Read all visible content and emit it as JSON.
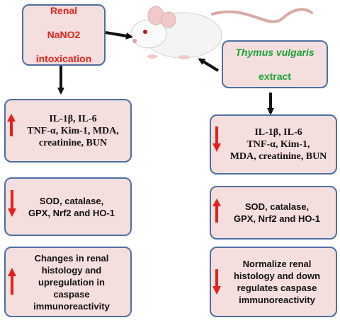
{
  "left": {
    "source_line1": "Renal",
    "source_line2": "NaNO2",
    "source_line3": "intoxication",
    "box1_text": "IL-1β, IL-6\nTNF-α,  Kim-1, MDA,\ncreatinine, BUN",
    "box2_text": "SOD, catalase,\nGPX, Nrf2 and HO-1",
    "box3_text": "Changes in renal\nhistology and\nupregulation in\ncaspase\nimmunoreactivity"
  },
  "right": {
    "source_italic": "Thymus vulgaris",
    "source_rest": "extract",
    "box1_text": "IL-1β, IL-6\nTNF-α,  Kim-1,\nMDA, creatinine, BUN",
    "box2_text": "SOD, catalase,\nGPX, Nrf2 and HO-1",
    "box3_text": "Normalize renal\nhistology and down\nregulates caspase\nimmunoreactivity"
  },
  "indicators": {
    "left_box1": "up",
    "left_box2": "down",
    "left_box3": "up",
    "right_box1": "down",
    "right_box2": "up",
    "right_box3": "down"
  },
  "colors": {
    "box_fill": "#f5dede",
    "box_border": "#4d6fa3",
    "indicator_arrow": "#e2231a",
    "source_left_text": "#e2231a",
    "source_right_text": "#1aa33a"
  }
}
